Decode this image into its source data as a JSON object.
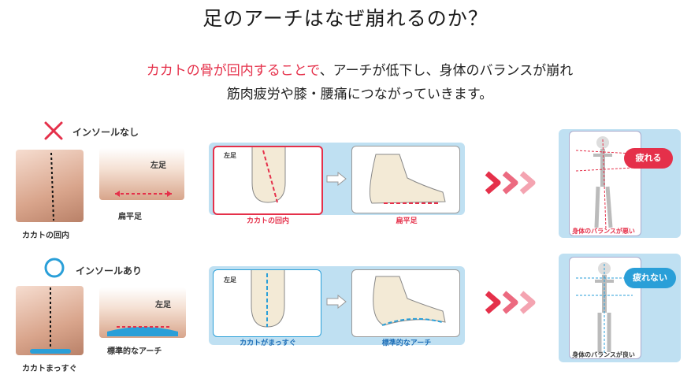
{
  "title": "足のアーチはなぜ崩れるのか？",
  "subtitle": {
    "highlight": "カカトの骨が回内することで",
    "rest1": "、アーチが低下し、身体のバランスが崩れ",
    "line2": "筋肉疲労や膝・腰痛につながっていきます。"
  },
  "without": {
    "symbol": "✕",
    "label": "インソールなし",
    "photo1_caption": "カカトの回内",
    "side_label": "左足",
    "photo2_caption": "扁平足",
    "panel_side": "左足",
    "panel1_caption": "カカトの回内",
    "panel2_caption": "扁平足",
    "bubble": "疲れる",
    "body_caption": "身体のバランスが悪い"
  },
  "with": {
    "symbol": "○",
    "label": "インソールあり",
    "photo1_caption": "カカトまっすぐ",
    "side_label": "左足",
    "photo2_caption": "標準的なアーチ",
    "panel_side": "左足",
    "panel1_caption": "カカトがまっすぐ",
    "panel2_caption": "標準的なアーチ",
    "bubble": "疲れない",
    "body_caption": "身体のバランスが良い"
  },
  "colors": {
    "accent_red": "#e5304a",
    "accent_blue": "#2a9fd8",
    "panel_bg": "#bfe0f2"
  }
}
